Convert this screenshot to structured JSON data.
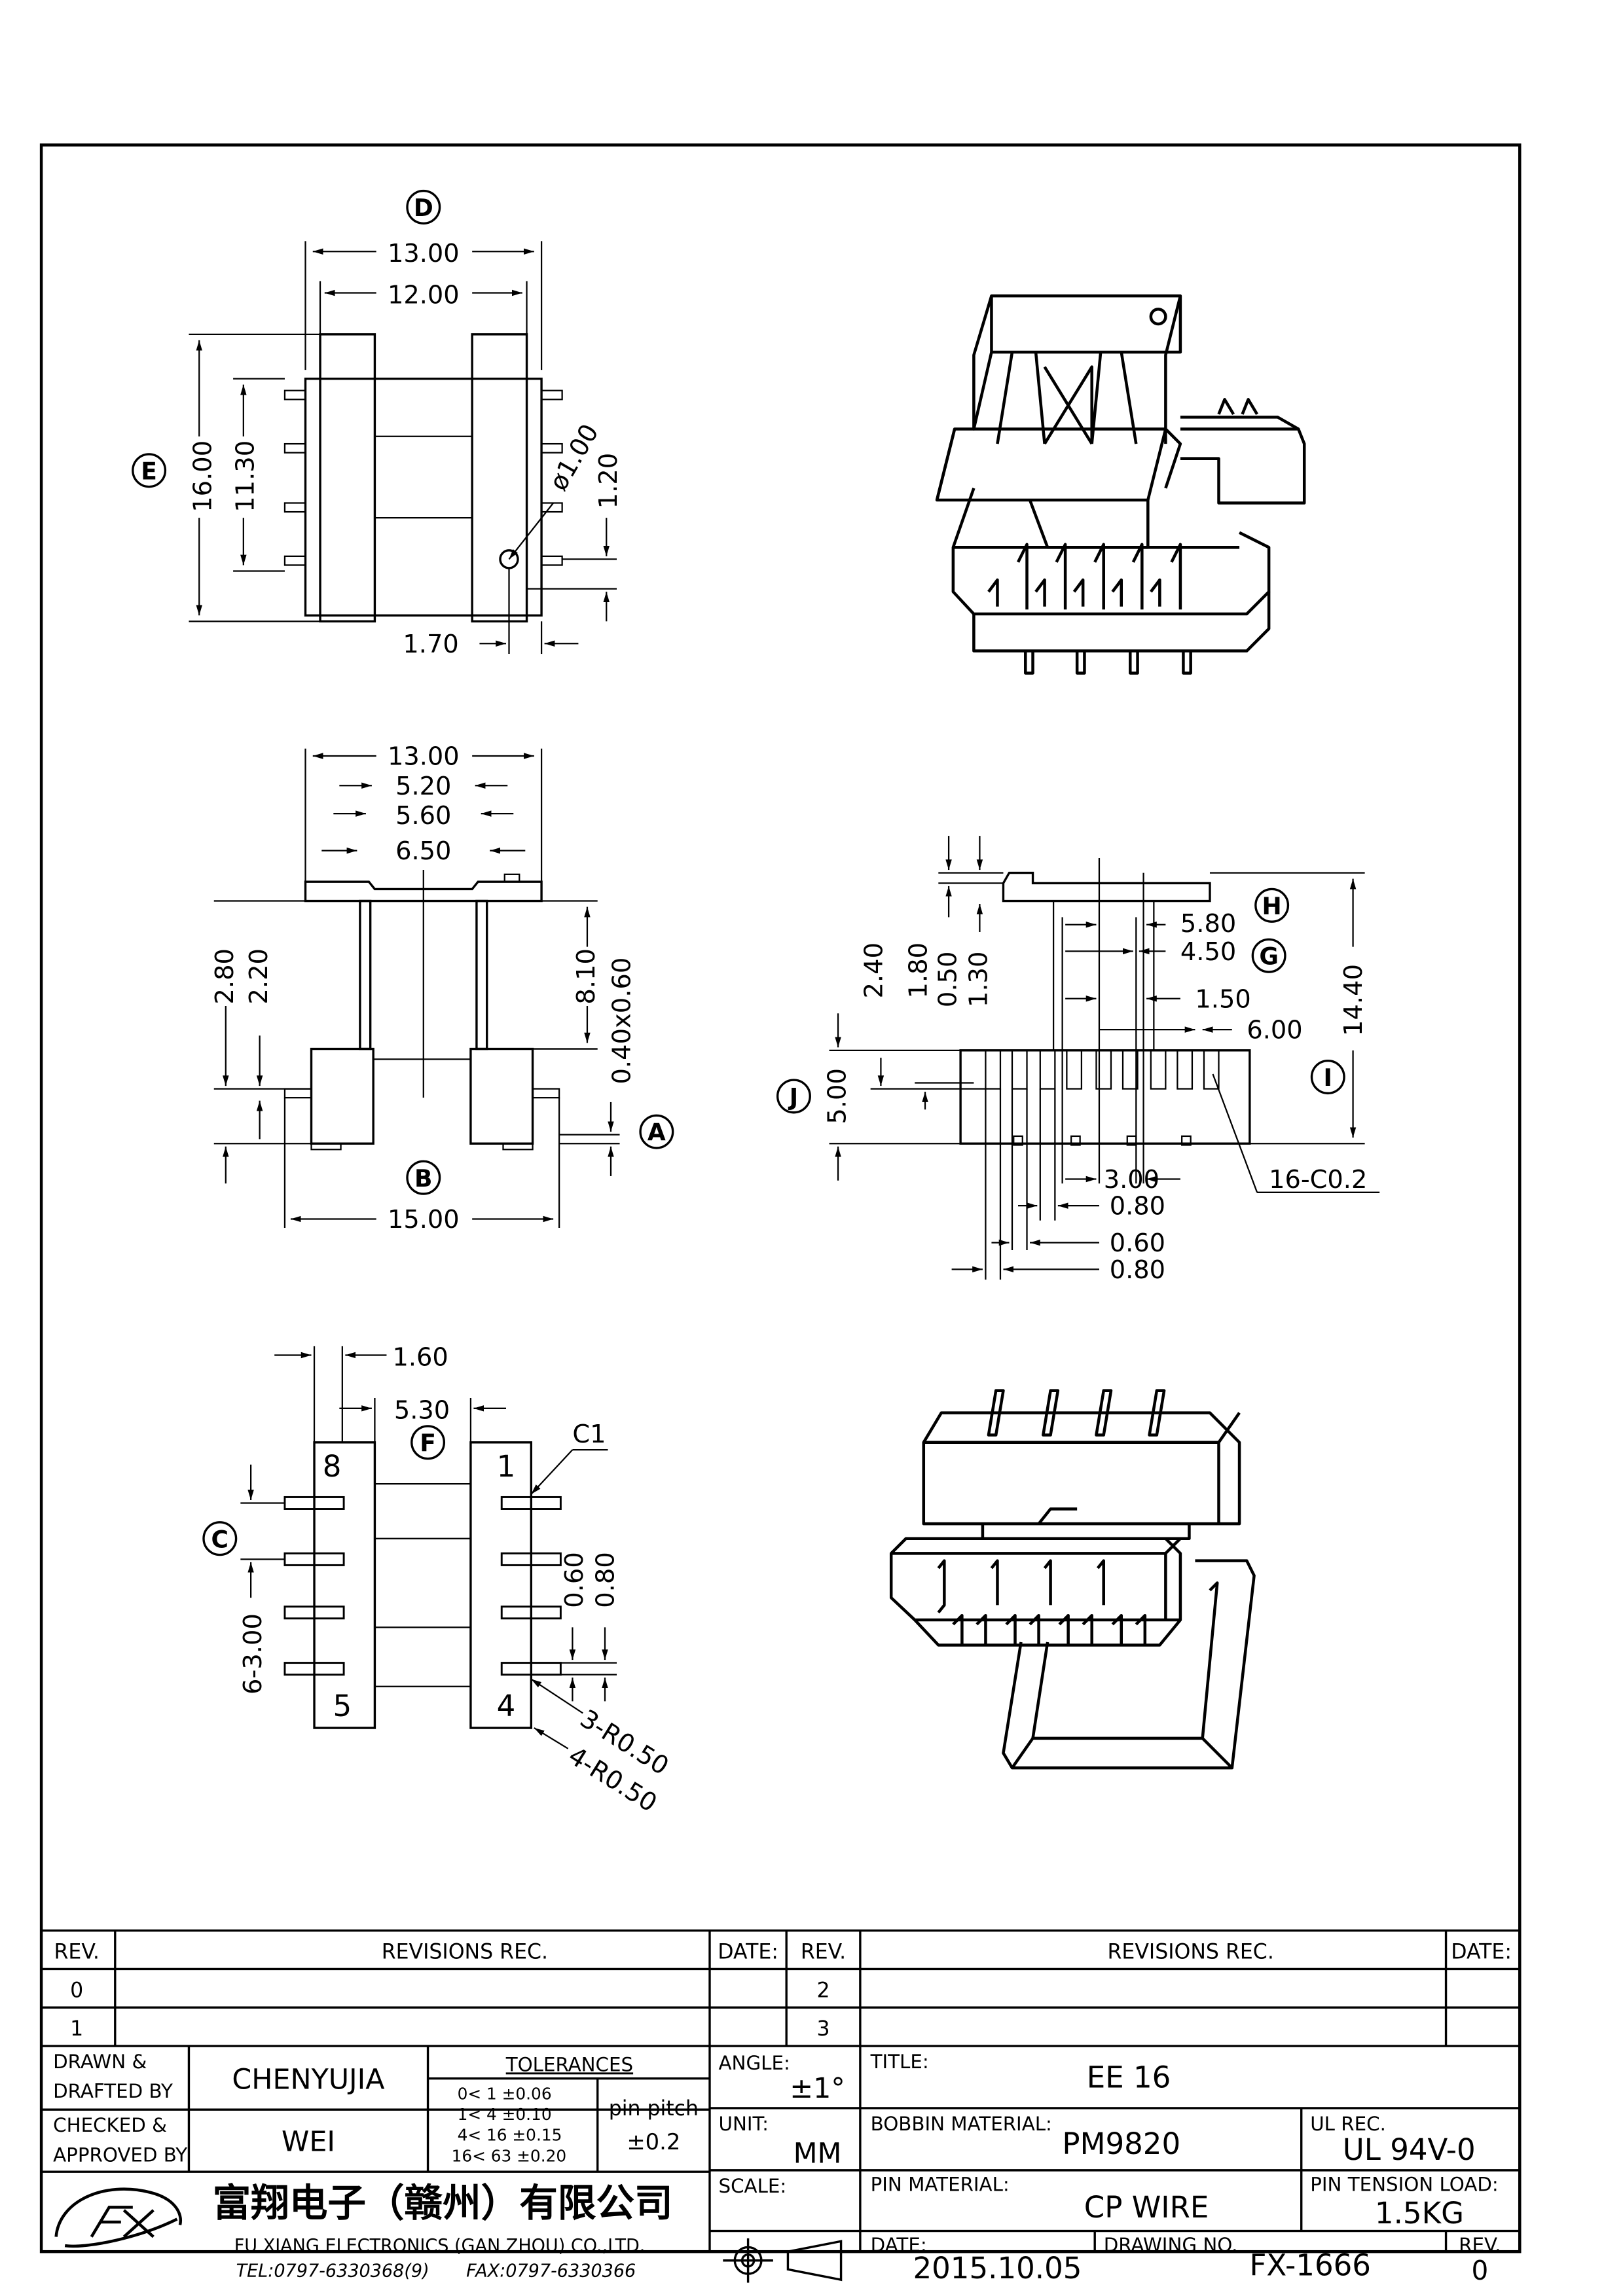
{
  "labels": {
    "D": "D",
    "E": "E",
    "B": "B",
    "A": "A",
    "H": "H",
    "G": "G",
    "I": "I",
    "J": "J",
    "C": "C",
    "F": "F"
  },
  "top_view": {
    "w13": "13.00",
    "w12": "12.00",
    "h16": "16.00",
    "h1130": "11.30",
    "hole": "ø1.00",
    "d120": "1.20",
    "d170": "1.70"
  },
  "front_view": {
    "w13": "13.00",
    "w520": "5.20",
    "w560": "5.60",
    "w650": "6.50",
    "h280": "2.80",
    "h220": "2.20",
    "h810": "8.10",
    "pin": "0.40x0.60",
    "w15": "15.00"
  },
  "side_view": {
    "h240": "2.40",
    "h180": "1.80",
    "h050": "0.50",
    "h130": "1.30",
    "w580": "5.80",
    "w450": "4.50",
    "w150": "1.50",
    "w600": "6.00",
    "h1440": "14.40",
    "h500": "5.00",
    "w300": "3.00",
    "w080a": "0.80",
    "w060": "0.60",
    "w080b": "0.80",
    "chamfer": "16-C0.2"
  },
  "bottom_view": {
    "w160": "1.60",
    "w530": "5.30",
    "c1": "C1",
    "pin1": "1",
    "pin4": "4",
    "pin5": "5",
    "pin8": "8",
    "d060": "0.60",
    "d080": "0.80",
    "pitch": "6-3.00",
    "r1": "3-R0.50",
    "r2": "4-R0.50"
  },
  "title_block": {
    "rev_header": "REV.",
    "revisions_header": "REVISIONS   REC.",
    "date_header": "DATE:",
    "rev_rows": [
      "0",
      "1"
    ],
    "rev_rows_right": [
      "2",
      "3"
    ],
    "drawn_label": "DRAWN &",
    "drafted_label": "DRAFTED BY",
    "drawn_value": "CHENYUJIA",
    "checked_label": "CHECKED &",
    "approved_label": "APPROVED BY",
    "checked_value": "WEI",
    "tolerances_header": "TOLERANCES",
    "tolerances": [
      "0<  1   ±0.06",
      "1<  4   ±0.10",
      "4<  16  ±0.15",
      "16<  63  ±0.20"
    ],
    "pin_pitch_label": "pin pitch",
    "pin_pitch_value": "±0.2",
    "angle_label": "ANGLE:",
    "angle_value": "±1°",
    "unit_label": "UNIT:",
    "unit_value": "MM",
    "scale_label": "SCALE:",
    "title_label": "TITLE:",
    "title_value": "EE 16",
    "bobbin_label": "BOBBIN MATERIAL:",
    "bobbin_value": "PM9820",
    "ul_label": "UL REC.",
    "ul_value": "UL 94V-0",
    "pin_material_label": "PIN MATERIAL:",
    "pin_material_value": "CP WIRE",
    "pin_tension_label": "PIN TENSION LOAD:",
    "pin_tension_value": "1.5KG",
    "date_label": "DATE:",
    "date_value": "2015.10.05",
    "drawing_no_label": "DRAWING NO.",
    "drawing_no_value": "FX-1666",
    "rev_label": "REV.",
    "rev_value": "0",
    "company_cn": "富翔电子（赣州）有限公司",
    "company_en": "FU XIANG ELECTRONICS (GAN ZHOU) CO.,LTD.",
    "tel": "TEL:0797-6330368(9)",
    "fax": "FAX:0797-6330366"
  }
}
